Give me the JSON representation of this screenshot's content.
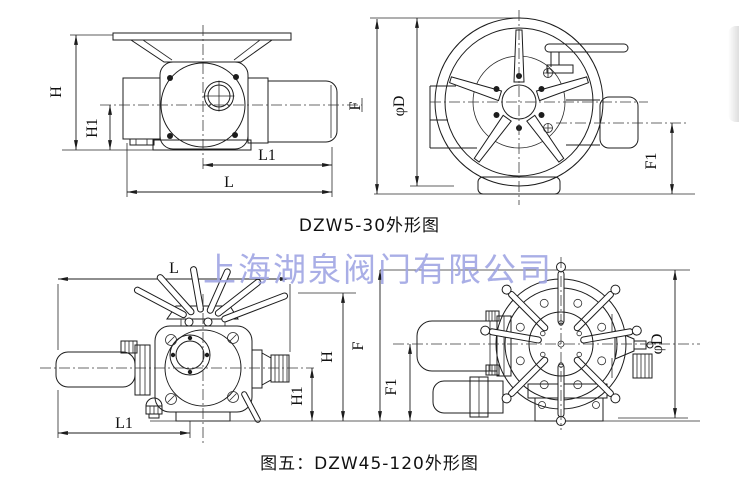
{
  "watermark": {
    "text": "上海湖泉阀门有限公司",
    "color": "#a0a6e4"
  },
  "figure_top": {
    "caption": "DZW5-30外形图",
    "side_view": {
      "dims": {
        "H": "H",
        "H1": "H1",
        "L1": "L1",
        "L": "L"
      }
    },
    "front_view": {
      "dims": {
        "F": "F",
        "phiD": "φD",
        "F1": "F1"
      }
    }
  },
  "figure_bottom": {
    "caption": "图五：DZW45-120外形图",
    "side_view": {
      "dims": {
        "L": "L",
        "L1": "L1",
        "H": "H",
        "H1": "H1"
      }
    },
    "front_view": {
      "dims": {
        "F": "F",
        "F1": "F1",
        "phiD": "φD"
      }
    }
  }
}
